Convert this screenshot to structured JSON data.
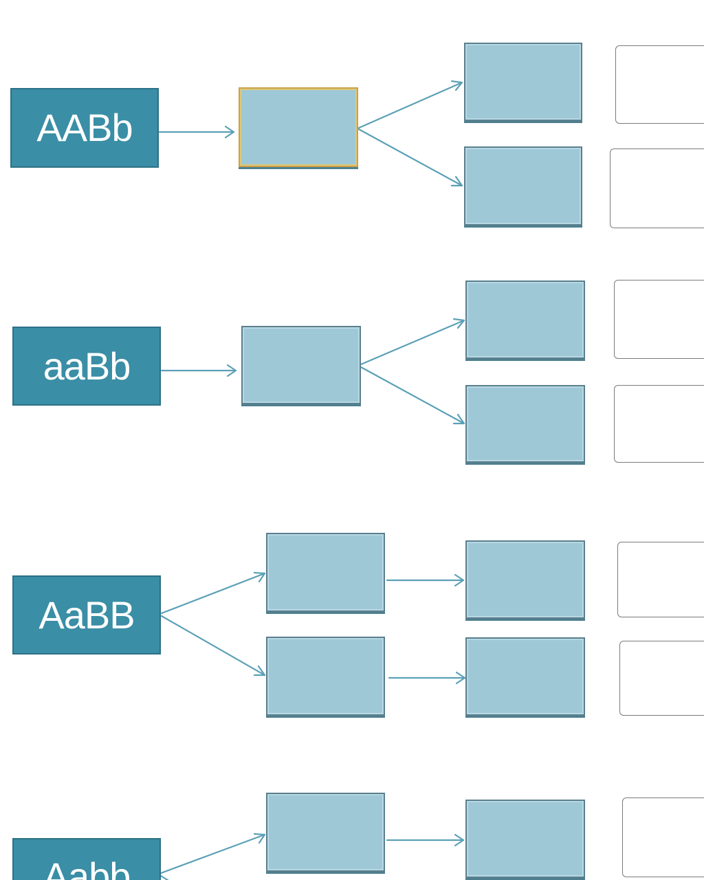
{
  "genotypes": [
    {
      "label": "AABb"
    },
    {
      "label": "aaBb"
    },
    {
      "label": "AaBB"
    },
    {
      "label": "Aabb"
    }
  ],
  "colors": {
    "genotype_fill": "#3a8ea6",
    "gamete_fill": "#9fc8d7",
    "arrow": "#5aa0b6",
    "answer_border": "#7a7a7a"
  }
}
